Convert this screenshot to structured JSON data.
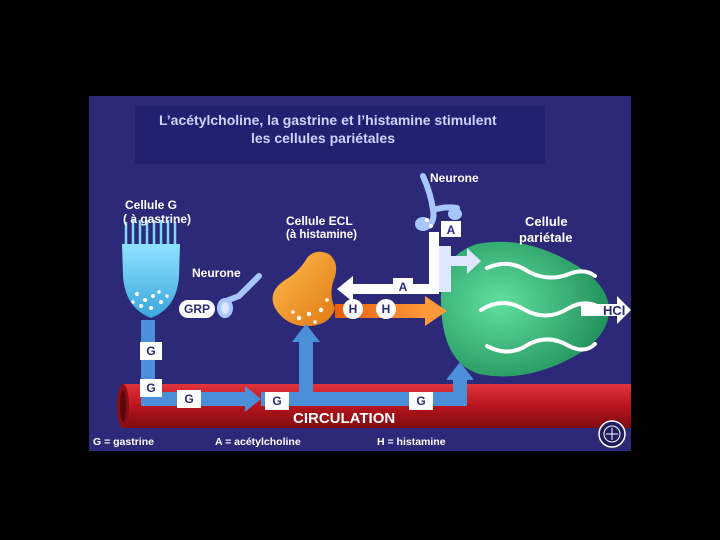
{
  "title": {
    "line1": "L’acétylcholine, la gastrine et l’histamine stimulent",
    "line2": "les cellules pariétales"
  },
  "labels": {
    "cellule_g_1": "Cellule G",
    "cellule_g_2": "( à gastrine)",
    "neurone_top": "Neurone",
    "neurone_left": "Neurone",
    "ecl_1": "Cellule ECL",
    "ecl_2": "(à histamine)",
    "parietal_1": "Cellule",
    "parietal_2": "pariétale",
    "grp": "GRP",
    "hcl": "HCl",
    "circulation": "CIRCULATION"
  },
  "badges": {
    "g": "G",
    "a": "A",
    "h": "H"
  },
  "legend": {
    "g": "G = gastrine",
    "a": "A = acétylcholine",
    "h": "H = histamine"
  },
  "colors": {
    "background": "#2c2a78",
    "title_box": "#222070",
    "vessel": "#c21a24",
    "arrow_blue": "#4a8fd8",
    "arrow_orange": "#f07a1e",
    "ecl_cell": "#f39a2a",
    "parietal_cell": "#33b77a",
    "g_cell": "#5ec8ee"
  }
}
